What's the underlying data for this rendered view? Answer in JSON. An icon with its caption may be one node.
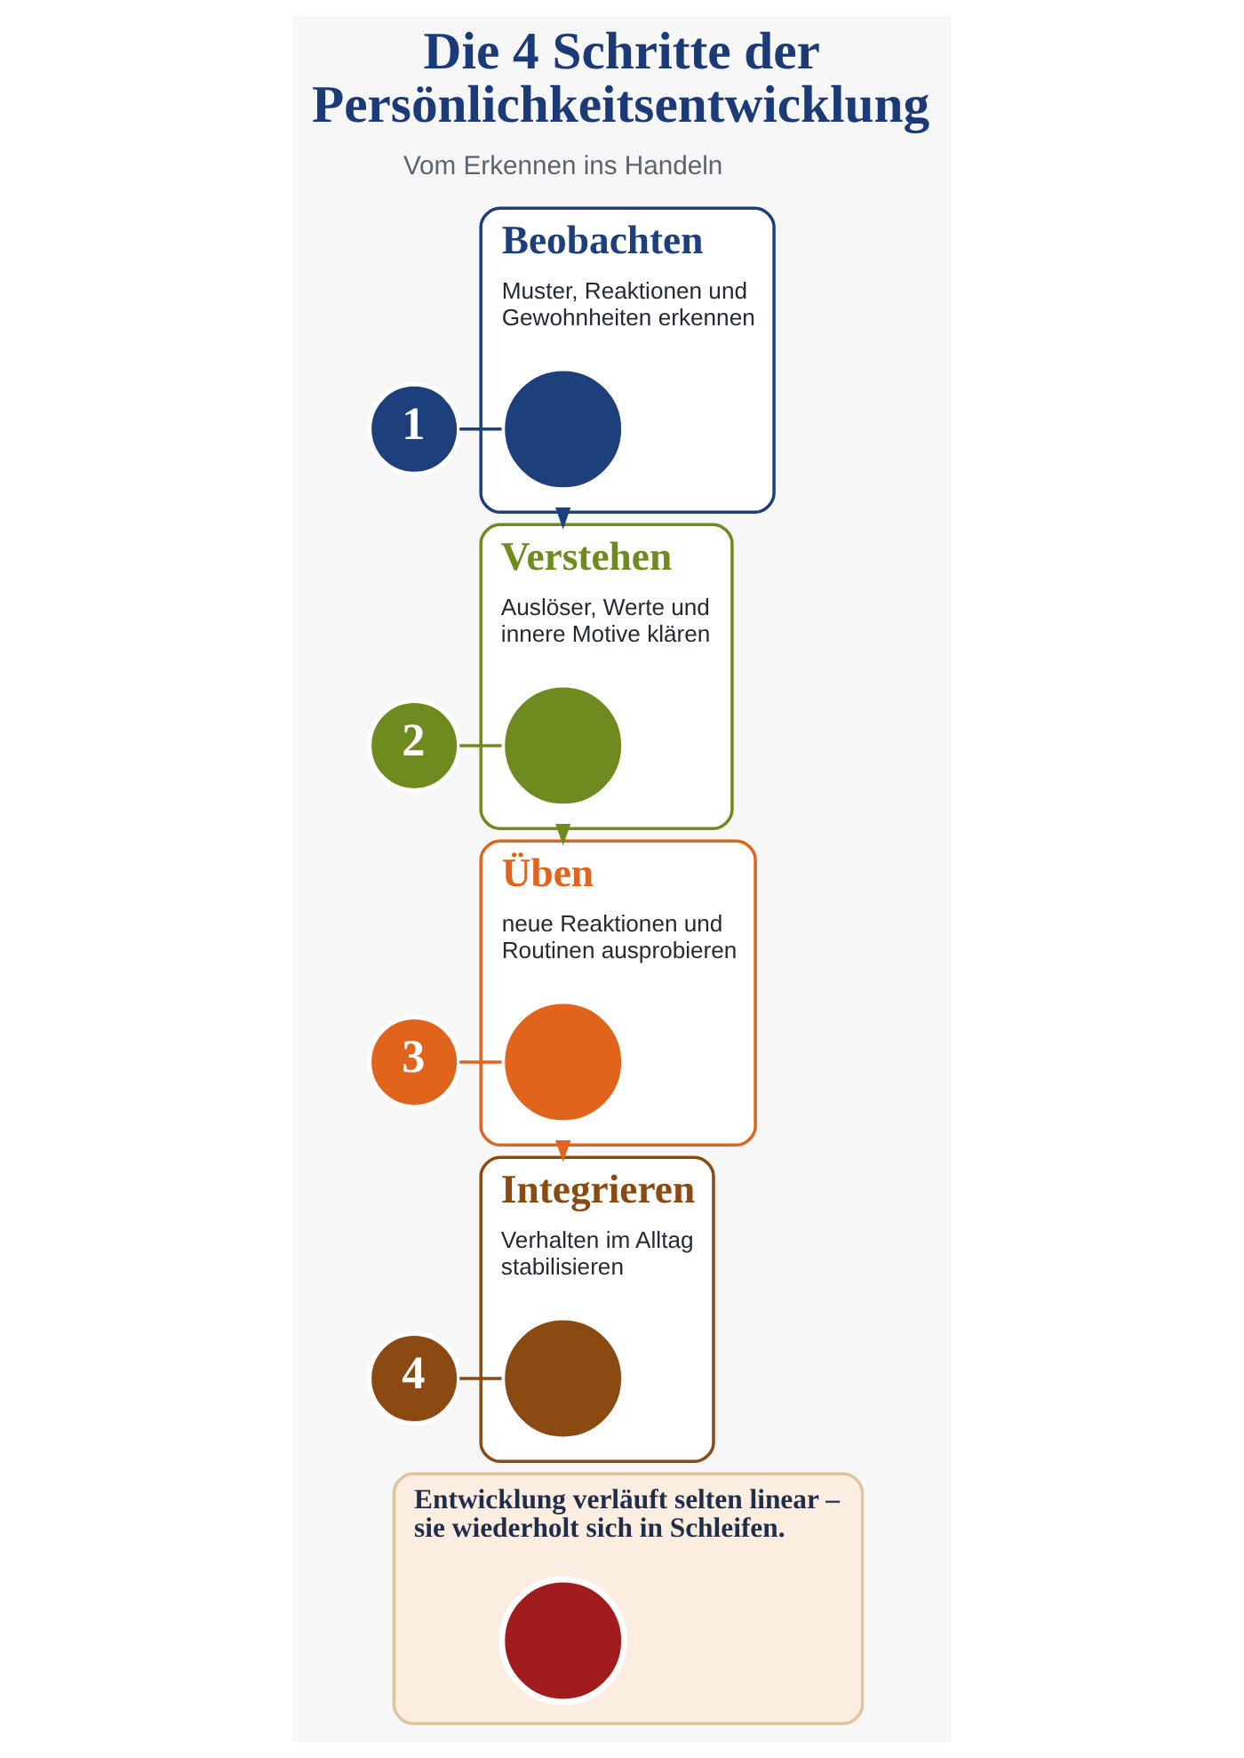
{
  "diagram": {
    "title": "Die 4 Schritte der Persönlichkeitsentwicklung",
    "nodes": [
      {
        "text": [
          "1"
        ]
      },
      {
        "text": [
          "Beobachten",
          "Muster, Reaktionen und Gewohnheiten erkennen"
        ]
      },
      {
        "text": [],
        "shape": "circle",
        "in": 1
      },
      {
        "text": [
          "2"
        ]
      },
      {
        "text": [
          "Verstehen",
          "Auslöser, Werte und innere Motive klären"
        ]
      },
      {
        "text": [],
        "shape": "circle",
        "in": 4
      },
      {
        "text": [
          "3"
        ]
      },
      {
        "text": [
          "Üben",
          "neue Reaktionen und Routinen ausprobieren"
        ]
      },
      {
        "text": [],
        "shape": "circle",
        "in": 7
      },
      {
        "text": [
          "4"
        ]
      },
      {
        "text": [
          "Integrieren",
          "Verhalten im Alltag stabilisieren"
        ]
      },
      {
        "text": [],
        "shape": "circle",
        "in": 10
      },
      {
        "text": [
          "Entwicklung verläuft selten linear – sie wiederholt sich in Schleifen."
        ]
      },
      {
        "text": [],
        "shape": "circle",
        "in": 12
      }
    ],
    "edges": [
      {
        "from": 0,
        "to": 2,
        "arrow": "none",
        "color": "#1d3f7c"
      },
      {
        "from": 1,
        "to": 4,
        "arrow": "to",
        "color": "#1d3f7c"
      },
      {
        "from": 3,
        "to": 5,
        "arrow": "none",
        "color": "#6f8a1e"
      },
      {
        "from": 4,
        "to": 7,
        "arrow": "to",
        "color": "#6f8a1e"
      },
      {
        "from": 6,
        "to": 8,
        "arrow": "none",
        "color": "#e0641c"
      },
      {
        "from": 7,
        "to": 10,
        "arrow": "to",
        "color": "#e0641c"
      },
      {
        "from": 9,
        "to": 11,
        "arrow": "none",
        "color": "#8a4a12"
      }
    ],
    "labels": [
      "Vom Erkennen ins Handeln"
    ]
  }
}
